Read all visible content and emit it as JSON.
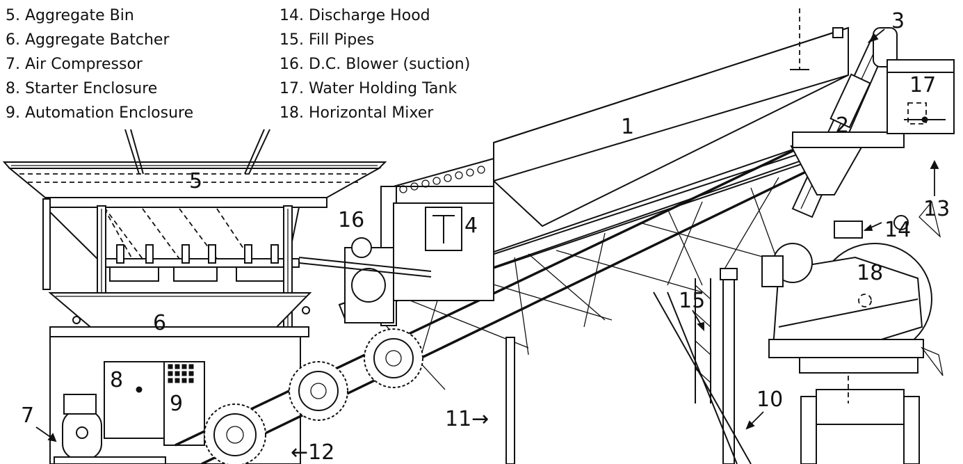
{
  "legend": [
    {
      "num": "5.",
      "label": "Aggregate Bin"
    },
    {
      "num": "6.",
      "label": "Aggregate Batcher"
    },
    {
      "num": "7.",
      "label": "Air Compressor"
    },
    {
      "num": "8.",
      "label": "Starter Enclosure"
    },
    {
      "num": "9.",
      "label": "Automation Enclosure"
    },
    {
      "num": "14.",
      "label": "Discharge Hood"
    },
    {
      "num": "15.",
      "label": "Fill Pipes"
    },
    {
      "num": "16.",
      "label": "D.C. Blower (suction)"
    },
    {
      "num": "17.",
      "label": "Water Holding Tank"
    },
    {
      "num": "18.",
      "label": "Horizontal Mixer"
    }
  ],
  "callouts": {
    "c1": "1",
    "c2": "2",
    "c3": "3",
    "c4": "4",
    "c5": "5",
    "c6": "6",
    "c7": "7",
    "c8": "8",
    "c9": "9",
    "c10": "10",
    "c11": "11→",
    "c12": "←12",
    "c13": "13",
    "c14": "14",
    "c15": "15",
    "c16": "16",
    "c17": "17",
    "c18": "18"
  }
}
